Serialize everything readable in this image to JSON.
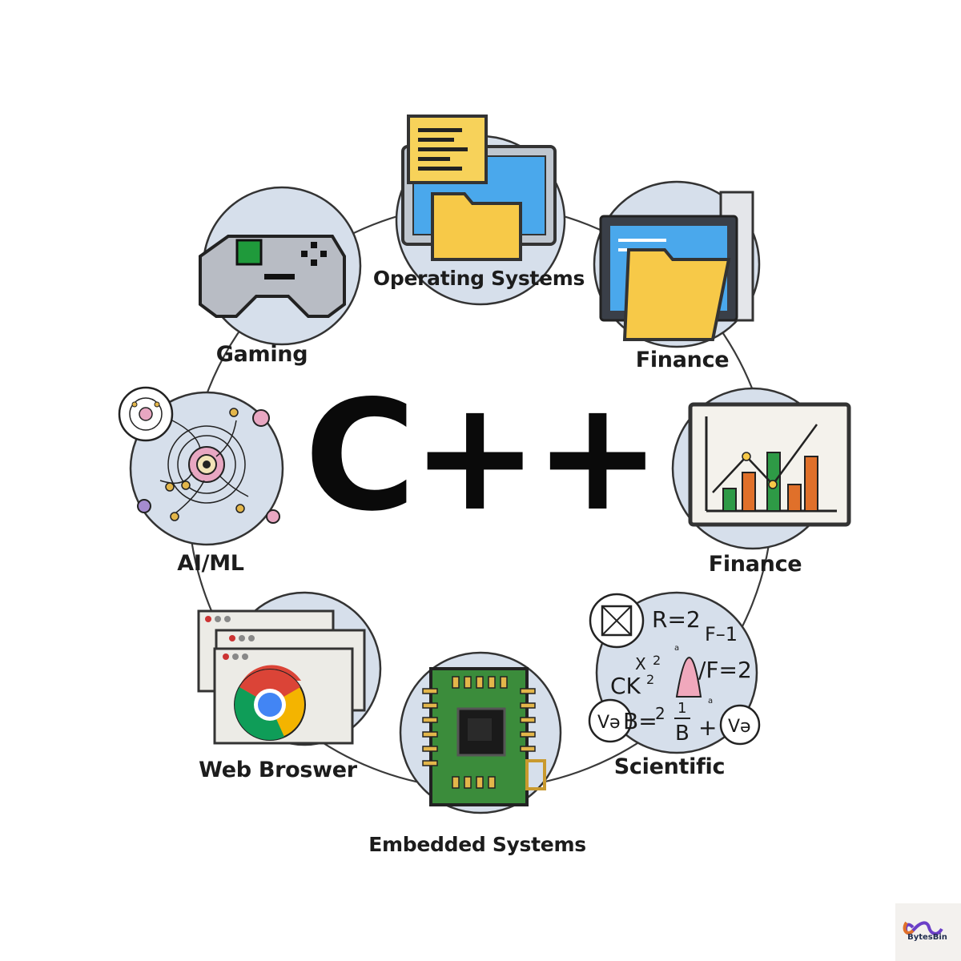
{
  "center": {
    "title": "C++"
  },
  "nodes": [
    {
      "id": "operating-systems",
      "label": "Operating Systems",
      "icon": "os-folder-window-icon"
    },
    {
      "id": "finance-top",
      "label": "Finance",
      "icon": "finance-documents-icon"
    },
    {
      "id": "finance-chart",
      "label": "Finance",
      "icon": "finance-bar-chart-icon"
    },
    {
      "id": "scientific",
      "label": "Scientific",
      "icon": "scientific-formulas-icon"
    },
    {
      "id": "embedded-systems",
      "label": "Embedded Systems",
      "icon": "microchip-icon"
    },
    {
      "id": "web-browser",
      "label": "Web Broswer",
      "icon": "browser-windows-icon"
    },
    {
      "id": "ai-ml",
      "label": "AI/ML",
      "icon": "neural-network-icon"
    },
    {
      "id": "gaming",
      "label": "Gaming",
      "icon": "gamepad-icon"
    }
  ],
  "scientific_formulas": {
    "r": "R=2",
    "f": "F–1",
    "cx": "CK",
    "x2": "X",
    "two_a": "2",
    "two_b": "2",
    "ff": "/F=2",
    "vb1": "Və",
    "b": "B=",
    "two_c": "2",
    "one": "1",
    "bb": "B",
    "plus": "+",
    "vb2": "Və",
    "small_a": "a",
    "small_b": "a"
  },
  "brand": {
    "text": "BytesBin",
    "icon": "infinity-logo-icon"
  },
  "colors": {
    "circle_fill": "#d6dfeb",
    "ring": "#3a3a3a",
    "folder": "#f7c948",
    "screen": "#3fa2e8",
    "chip_board": "#3b8c3b",
    "chart_orange": "#e0702a",
    "chart_green": "#2e9a46"
  }
}
